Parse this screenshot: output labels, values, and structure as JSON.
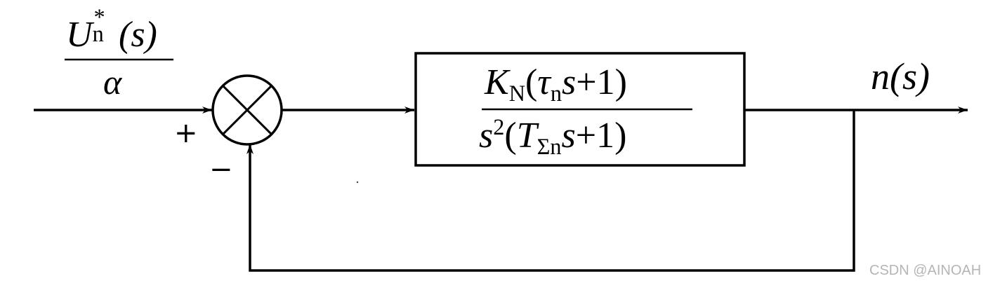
{
  "input": {
    "numerator_var": "U",
    "numerator_sub": "n",
    "numerator_sup": "*",
    "numerator_arg": "(s)",
    "denominator": "α"
  },
  "junction": {
    "plus_sign": "+",
    "minus_sign": "−"
  },
  "plant": {
    "num_gain": "K",
    "num_gain_sub": "N",
    "num_open": "(",
    "num_tau": "τ",
    "num_tau_sub": "n",
    "num_s": "s",
    "num_plus_one": "+1)",
    "den_s": "s",
    "den_sup": "2",
    "den_open": "(",
    "den_T": "T",
    "den_T_sub": "Σn",
    "den_s2": "s",
    "den_plus_one": "+1)"
  },
  "output": {
    "var": "n",
    "arg": "(s)"
  },
  "watermark": "CSDN @AINOAH"
}
